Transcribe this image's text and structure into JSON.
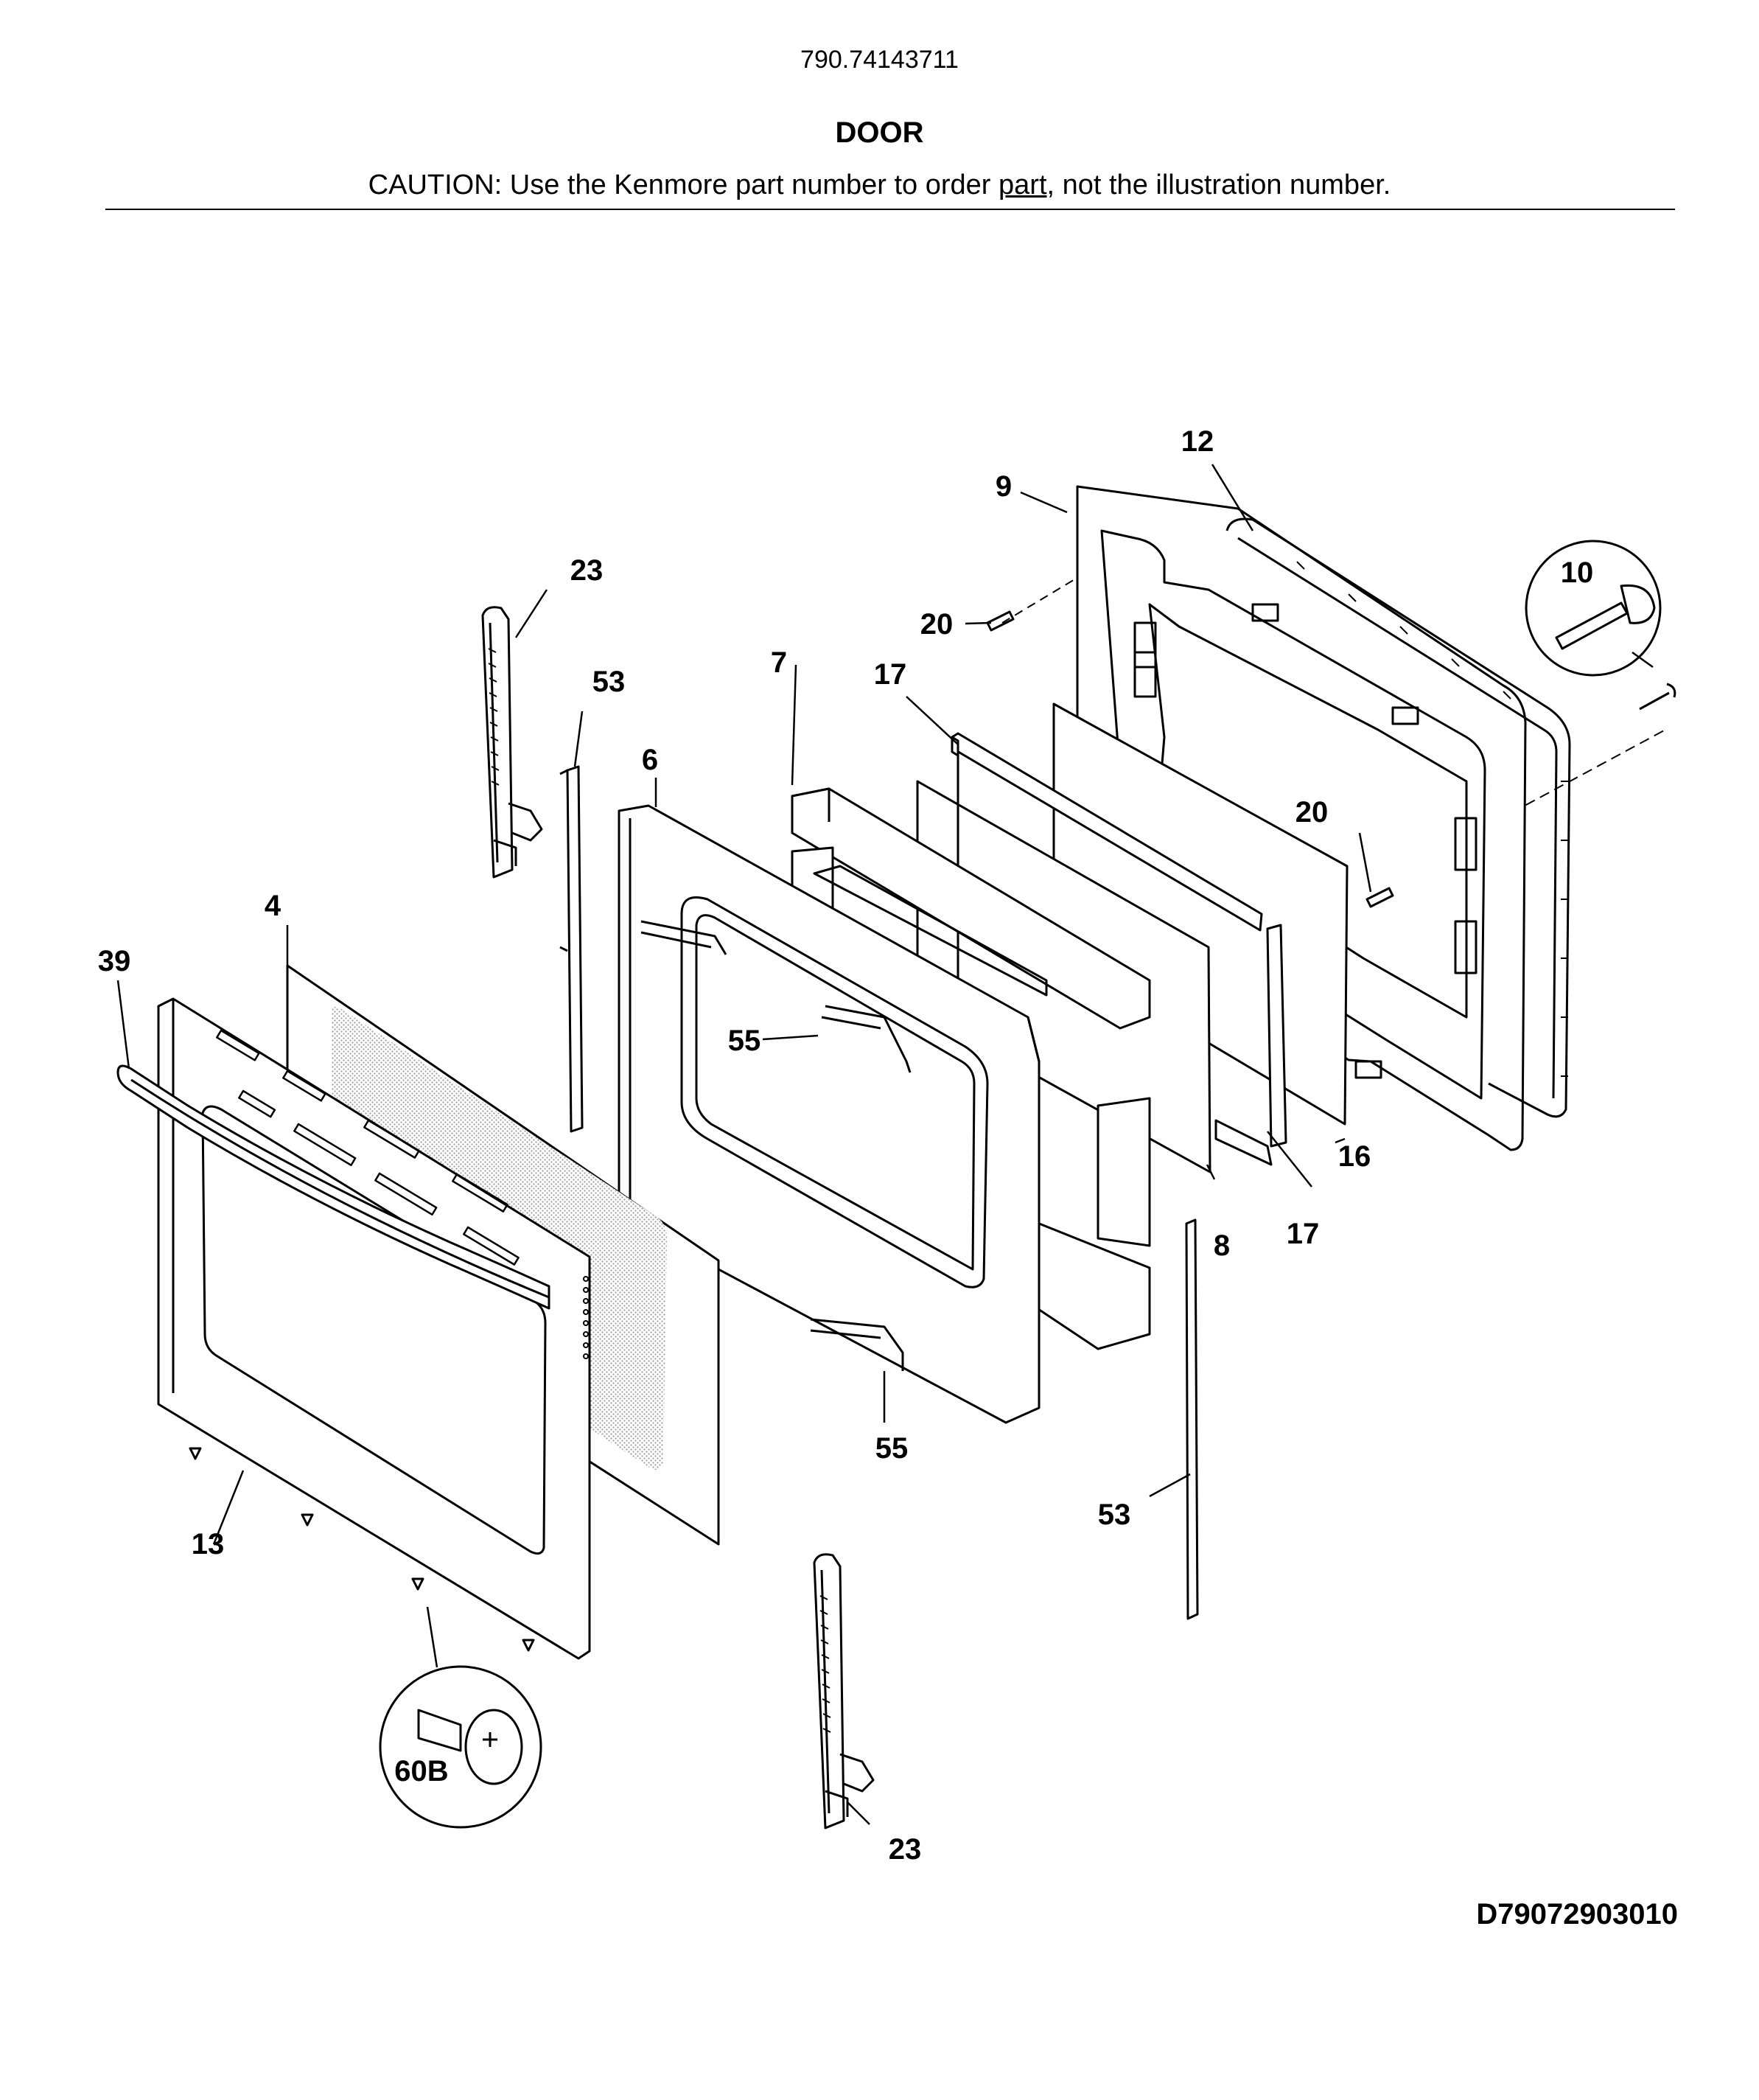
{
  "header": {
    "model_number": "790.74143711",
    "section_title": "DOOR",
    "caution_prefix": "CAUTION: Use the Kenmore part number to order ",
    "caution_link": "part",
    "caution_suffix": ", not the illustration number."
  },
  "callouts": {
    "c4": "4",
    "c6": "6",
    "c7": "7",
    "c8": "8",
    "c9": "9",
    "c10": "10",
    "c12": "12",
    "c13": "13",
    "c16": "16",
    "c17a": "17",
    "c17b": "17",
    "c20a": "20",
    "c20b": "20",
    "c23a": "23",
    "c23b": "23",
    "c39": "39",
    "c53a": "53",
    "c53b": "53",
    "c55a": "55",
    "c55b": "55",
    "c60b": "60B"
  },
  "diagram_code": "D79072903010",
  "colors": {
    "line": "#000000",
    "background": "#ffffff",
    "stipple": "#9a9a9a"
  }
}
